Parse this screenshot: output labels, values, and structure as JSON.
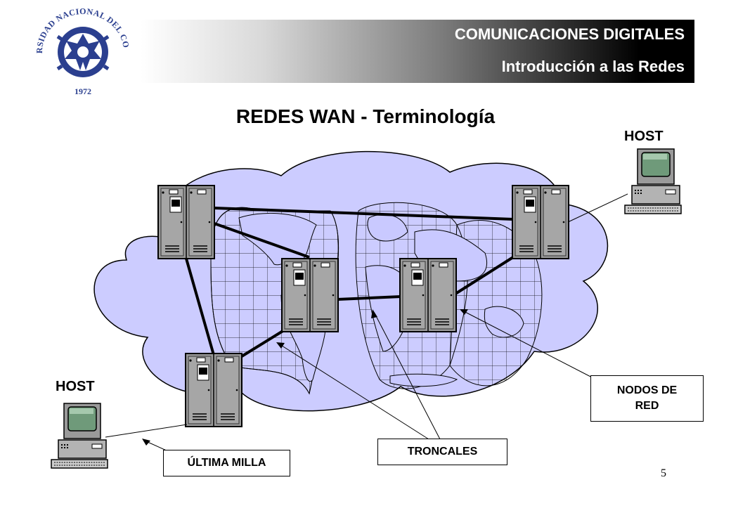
{
  "header": {
    "line1": "COMUNICACIONES DIGITALES",
    "line2": "Introducción a las Redes"
  },
  "logo": {
    "text": "UNIVERSIDAD NACIONAL DEL COMAHUE",
    "year": "1972"
  },
  "title": "REDES WAN - Terminología",
  "hosts": {
    "top_right": "HOST",
    "bottom_left": "HOST"
  },
  "callouts": {
    "ultima_milla": "ÚLTIMA MILLA",
    "troncales": "TRONCALES",
    "nodos_line1": "NODOS DE",
    "nodos_line2": "RED"
  },
  "page_number": "5",
  "colors": {
    "cloud": "#ccccff",
    "node": "#999999",
    "land": "#c9c9ff"
  }
}
